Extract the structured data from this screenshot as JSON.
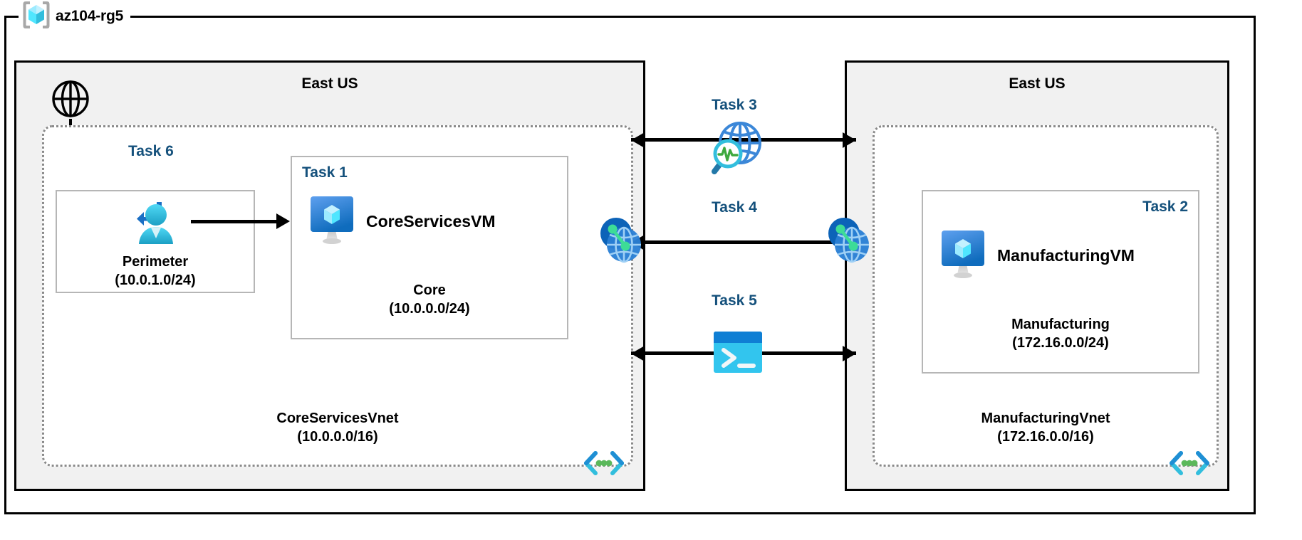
{
  "resource_group": {
    "name": "az104-rg5",
    "icon": "azure-resource-group-icon"
  },
  "regions": [
    {
      "id": "left",
      "title": "East US"
    },
    {
      "id": "right",
      "title": "East US"
    }
  ],
  "vnets": [
    {
      "id": "coreservices",
      "name": "CoreServicesVnet",
      "cidr": "(10.0.0.0/16)",
      "icon": "vnet-icon"
    },
    {
      "id": "manufacturing",
      "name": "ManufacturingVnet",
      "cidr": "(172.16.0.0/16)",
      "icon": "vnet-icon"
    }
  ],
  "subnets": [
    {
      "id": "perimeter",
      "name": "Perimeter",
      "cidr": "(10.0.1.0/24)"
    },
    {
      "id": "core",
      "name": "Core",
      "cidr": "(10.0.0.0/24)"
    },
    {
      "id": "manufacturing",
      "name": "Manufacturing",
      "cidr": "(172.16.0.0/24)"
    }
  ],
  "virtual_machines": [
    {
      "id": "coreservicesvm",
      "name": "CoreServicesVM",
      "icon": "virtual-machine-icon"
    },
    {
      "id": "manufacturingvm",
      "name": "ManufacturingVM",
      "icon": "virtual-machine-icon"
    }
  ],
  "tasks": [
    {
      "id": "task1",
      "label": "Task 1"
    },
    {
      "id": "task2",
      "label": "Task 2"
    },
    {
      "id": "task3",
      "label": "Task 3"
    },
    {
      "id": "task4",
      "label": "Task 4"
    },
    {
      "id": "task5",
      "label": "Task 5"
    },
    {
      "id": "task6",
      "label": "Task 6"
    }
  ],
  "icons": {
    "internet": "globe-icon",
    "bastion": "bastion-user-icon",
    "network_watcher": "network-watcher-icon",
    "peering": "vnet-peering-icon",
    "cloud_shell": "cloud-shell-icon",
    "vnet": "vnet-code-brackets-icon",
    "vm": "virtual-machine-icon",
    "resource_group": "azure-resource-group-icon"
  },
  "colors": {
    "task_label": "#15517c",
    "region_fill": "#f1f1f1",
    "region_border": "#000000",
    "vnet_border": "#8a8a8a",
    "subnet_border": "#b6b6b6",
    "azure_blue": "#0078d4",
    "azure_cyan": "#50e6ff",
    "accent_green": "#5bb85b",
    "connector": "#000000"
  }
}
